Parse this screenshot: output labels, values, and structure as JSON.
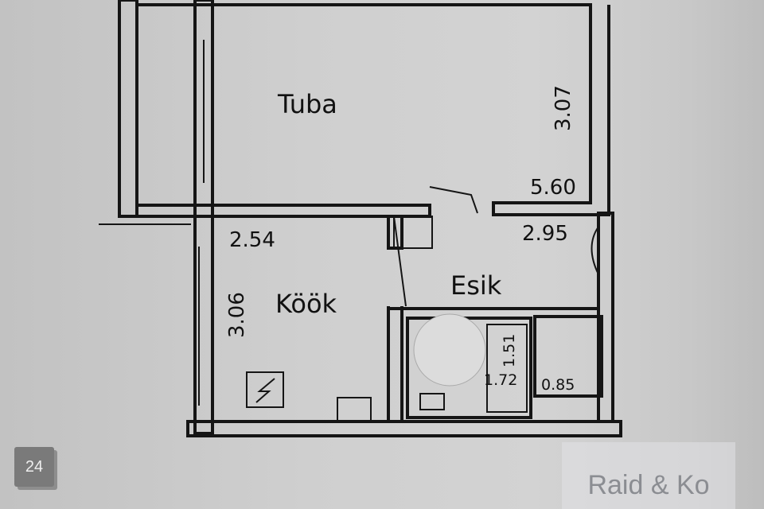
{
  "plan": {
    "rooms": [
      {
        "name": "Tuba",
        "dims": [
          "3.07",
          "5.60"
        ]
      },
      {
        "name": "Köök",
        "dims": [
          "2.54",
          "3.06"
        ]
      },
      {
        "name": "Esik",
        "dims": [
          "2.95"
        ]
      }
    ],
    "bathroom_dims": [
      "1.51",
      "1.72"
    ],
    "wc_dims": [
      "0.85"
    ]
  },
  "photo_count": "24",
  "watermark": "Raid & Ko"
}
